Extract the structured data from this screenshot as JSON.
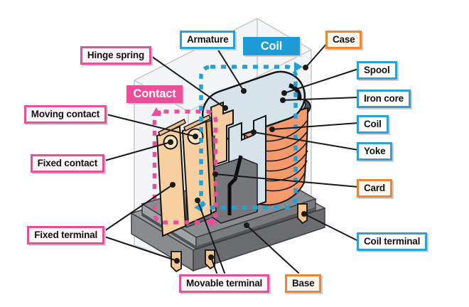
{
  "diagram_type": "relay-internal-structure-diagram",
  "regions": {
    "contact": {
      "label": "Contact",
      "color": "#EA4E9B"
    },
    "coil": {
      "label": "Coil",
      "color": "#1B9CD8"
    }
  },
  "labels": {
    "armature": {
      "text": "Armature",
      "group": "coil"
    },
    "case": {
      "text": "Case",
      "group": "structure"
    },
    "hinge_spring": {
      "text": "Hinge spring",
      "group": "contact"
    },
    "spool": {
      "text": "Spool",
      "group": "coil"
    },
    "iron_core": {
      "text": "Iron core",
      "group": "coil"
    },
    "coil": {
      "text": "Coil",
      "group": "coil"
    },
    "yoke": {
      "text": "Yoke",
      "group": "coil"
    },
    "moving_contact": {
      "text": "Moving contact",
      "group": "contact"
    },
    "fixed_contact": {
      "text": "Fixed contact",
      "group": "contact"
    },
    "card": {
      "text": "Card",
      "group": "structure"
    },
    "fixed_terminal": {
      "text": "Fixed terminal",
      "group": "contact"
    },
    "coil_terminal": {
      "text": "Coil terminal",
      "group": "coil"
    },
    "movable_terminal": {
      "text": "Movable terminal",
      "group": "contact"
    },
    "base": {
      "text": "Base",
      "group": "structure"
    }
  },
  "colors": {
    "contact_accent": "#EA4E9B",
    "coil_accent": "#29A1DB",
    "structure_accent": "#EF8433",
    "coil_winding_fill": "#F69A6C",
    "armature_fill": "#D6E3EB",
    "contact_strip_fill": "#F8CF9F",
    "iron_core_fill": "#A9DBEE",
    "base_fill": "#8B8C90",
    "case_fill": "#F2F3F5"
  }
}
